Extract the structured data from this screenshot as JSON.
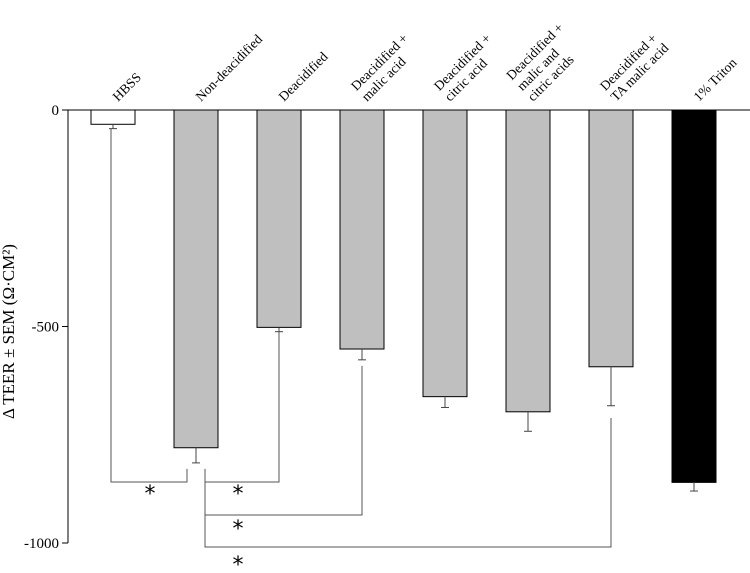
{
  "chart_data": {
    "type": "bar",
    "ylabel": "Δ TEER ± SEM (Ω·CM²)",
    "ylim": [
      -1000,
      0
    ],
    "yticks": [
      0,
      -500,
      -1000
    ],
    "categories": [
      [
        "HBSS"
      ],
      [
        "Non-deacidified"
      ],
      [
        "Deacidified"
      ],
      [
        "Deacidified +",
        "malic acid"
      ],
      [
        "Deacidified +",
        "citric acid"
      ],
      [
        "Deacidified +",
        "malic and",
        "citric acids"
      ],
      [
        "Deacidified +",
        "TA malic acid"
      ],
      [
        "1% Triton"
      ]
    ],
    "values": [
      -33,
      -780,
      -502,
      -552,
      -662,
      -697,
      -593,
      -860
    ],
    "errors": [
      10,
      35,
      10,
      25,
      25,
      45,
      90,
      20
    ],
    "colors": [
      "#ffffff",
      "#bfbfbf",
      "#bfbfbf",
      "#bfbfbf",
      "#bfbfbf",
      "#bfbfbf",
      "#bfbfbf",
      "#000000"
    ],
    "significance": [
      {
        "from": 0,
        "to": 1,
        "label": "*"
      },
      {
        "from": 1,
        "to": 2,
        "label": "*"
      },
      {
        "from": 1,
        "to": 3,
        "label": "*"
      },
      {
        "from": 1,
        "to": 6,
        "label": "*"
      }
    ],
    "grid": false,
    "legend": "none"
  }
}
